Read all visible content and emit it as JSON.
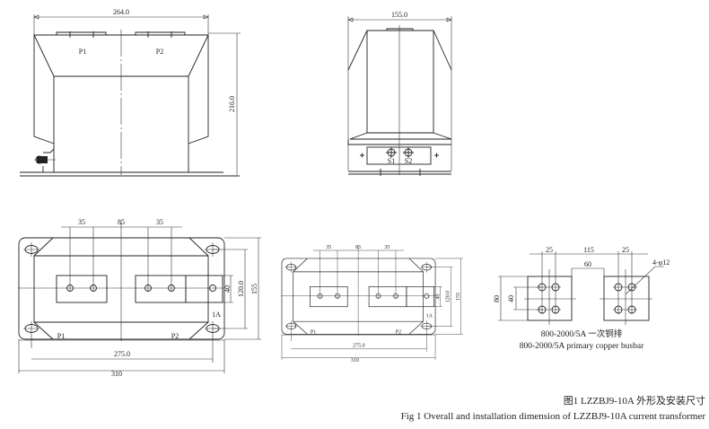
{
  "front_view": {
    "width_dim": "264.0",
    "height_dim": "216.0",
    "label_p1": "P1",
    "label_p2": "P2"
  },
  "side_view": {
    "width_dim": "155.0",
    "label_s1": "S1",
    "label_s2": "S2"
  },
  "top_view_large": {
    "dim_left": "35",
    "dim_center": "85",
    "dim_right": "35",
    "dim_40": "40",
    "dim_120": "120.0",
    "dim_155": "155",
    "dim_275": "275.0",
    "dim_310": "310",
    "label_p1": "P1",
    "label_p2": "P2",
    "label_1a": "1A"
  },
  "top_view_small": {
    "dim_left": "35",
    "dim_center": "85",
    "dim_right": "35",
    "dim_40": "40",
    "dim_120": "120.0",
    "dim_155": "155",
    "dim_275": "275.0",
    "dim_310": "310",
    "label_p1": "P1",
    "label_p2": "P2",
    "label_1a": "1A"
  },
  "busbar": {
    "dim_25_left": "25",
    "dim_115": "115",
    "dim_25_right": "25",
    "dim_60": "60",
    "dim_80": "80",
    "dim_40": "40",
    "hole_note": "4-φ12",
    "caption_cn": "800-2000/5A 一次铜排",
    "caption_en": "800-2000/5A primary copper busbar"
  },
  "figure_caption": {
    "cn": "图1 LZZBJ9-10A 外形及安装尺寸",
    "en": "Fig 1 Overall and installation dimension of LZZBJ9-10A current transformer"
  }
}
